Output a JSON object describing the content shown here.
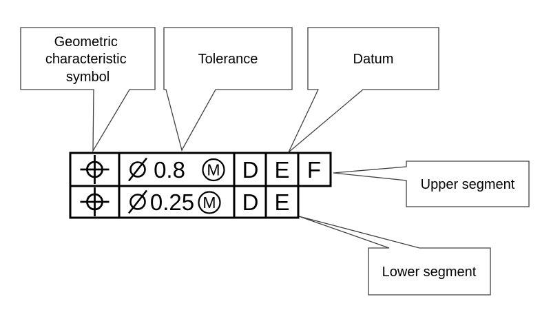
{
  "diagram": {
    "type": "gdt-feature-control-frame",
    "callouts": {
      "geometric_symbol": {
        "lines": [
          "Geometric",
          "characteristic",
          "symbol"
        ]
      },
      "tolerance": {
        "label": "Tolerance"
      },
      "datum": {
        "label": "Datum"
      },
      "upper_segment": {
        "label": "Upper segment"
      },
      "lower_segment": {
        "label": "Lower segment"
      }
    },
    "frame": {
      "upper_row": {
        "characteristic": "position-symbol",
        "diameter_symbol": "diameter",
        "tolerance_value": "0.8",
        "modifier": "M",
        "datums": [
          "D",
          "E",
          "F"
        ]
      },
      "lower_row": {
        "characteristic": "position-symbol",
        "diameter_symbol": "diameter",
        "tolerance_value": "0.25",
        "modifier": "M",
        "datums": [
          "D",
          "E"
        ]
      }
    },
    "colors": {
      "ink": "#000000",
      "callout_outline": "#404040",
      "background": "#ffffff"
    }
  }
}
